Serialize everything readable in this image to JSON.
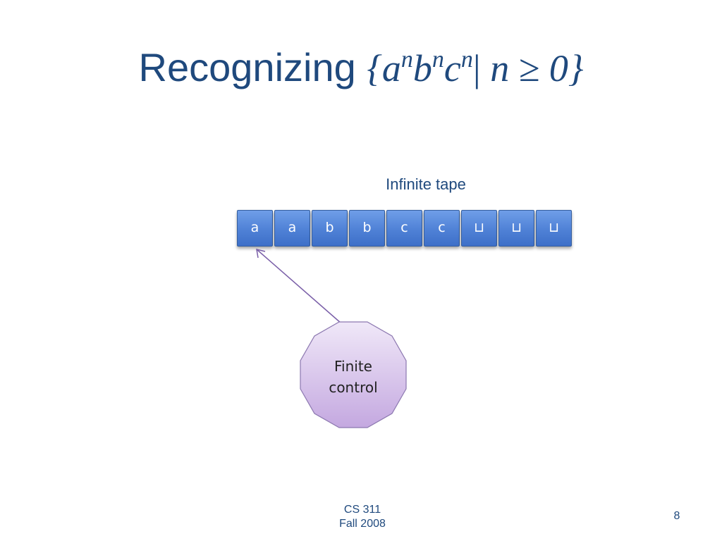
{
  "slide": {
    "title_prefix": "Recognizing",
    "title_math": {
      "open": "{",
      "a": "a",
      "b": "b",
      "c": "c",
      "exp": "n",
      "bar": "|",
      "condition": " n ≥ 0}"
    },
    "tape_label": "Infinite tape",
    "tape_cells": [
      "a",
      "a",
      "b",
      "b",
      "c",
      "c",
      "⊔",
      "⊔",
      "⊔"
    ],
    "control_label_line1": "Finite",
    "control_label_line2": "control",
    "footer_line1": "CS 311",
    "footer_line2": "Fall 2008",
    "page_number": "8"
  },
  "colors": {
    "title": "#1f497d",
    "tape_cell": "#4f81d6",
    "control_fill_top": "#f0e8f8",
    "control_fill_bottom": "#c4a8e0",
    "control_stroke": "#8c78b0",
    "arrow": "#7a5fa8"
  }
}
